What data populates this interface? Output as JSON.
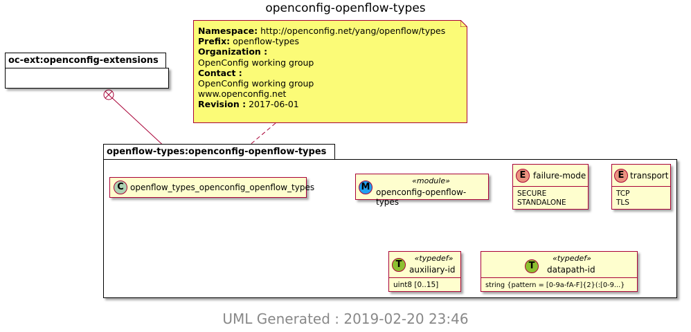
{
  "diagram": {
    "title": "openconfig-openflow-types",
    "footer": "UML Generated : 2019-02-20 23:46",
    "note": {
      "namespace_label": "Namespace:",
      "namespace_value": "http://openconfig.net/yang/openflow/types",
      "prefix_label": "Prefix:",
      "prefix_value": "openflow-types",
      "organization_label": "Organization :",
      "organization_value": "OpenConfig working group",
      "contact_label": "Contact :",
      "contact_value_1": "OpenConfig working group",
      "contact_value_2": "www.openconfig.net",
      "revision_label": "Revision :",
      "revision_value": "2017-06-01"
    },
    "packages": {
      "extensions": "oc-ext:openconfig-extensions",
      "types": "openflow-types:openconfig-openflow-types"
    },
    "classes": {
      "main": {
        "letter": "C",
        "name": "openflow_types_openconfig_openflow_types"
      },
      "module": {
        "letter": "M",
        "stereotype": "«module»",
        "name": "openconfig-openflow-types"
      },
      "failure_mode": {
        "letter": "E",
        "name": "failure-mode",
        "values": [
          "SECURE",
          "STANDALONE"
        ]
      },
      "transport": {
        "letter": "E",
        "name": "transport",
        "values": [
          "TCP",
          "TLS"
        ]
      },
      "auxiliary_id": {
        "letter": "T",
        "stereotype": "«typedef»",
        "name": "auxiliary-id",
        "attr": "uint8 [0..15]"
      },
      "datapath_id": {
        "letter": "T",
        "stereotype": "«typedef»",
        "name": "datapath-id",
        "attr": "string {pattern = [0-9a-fA-F]{2}(:[0-9...}"
      }
    },
    "colors": {
      "class_fill": "#fefece",
      "border": "#a80036",
      "note_fill": "#fbfb77",
      "class_circle": "#add1b2",
      "module_circle": "#1fa0f0",
      "enum_circle": "#eb937f",
      "typedef_circle": "#8cc030"
    }
  }
}
